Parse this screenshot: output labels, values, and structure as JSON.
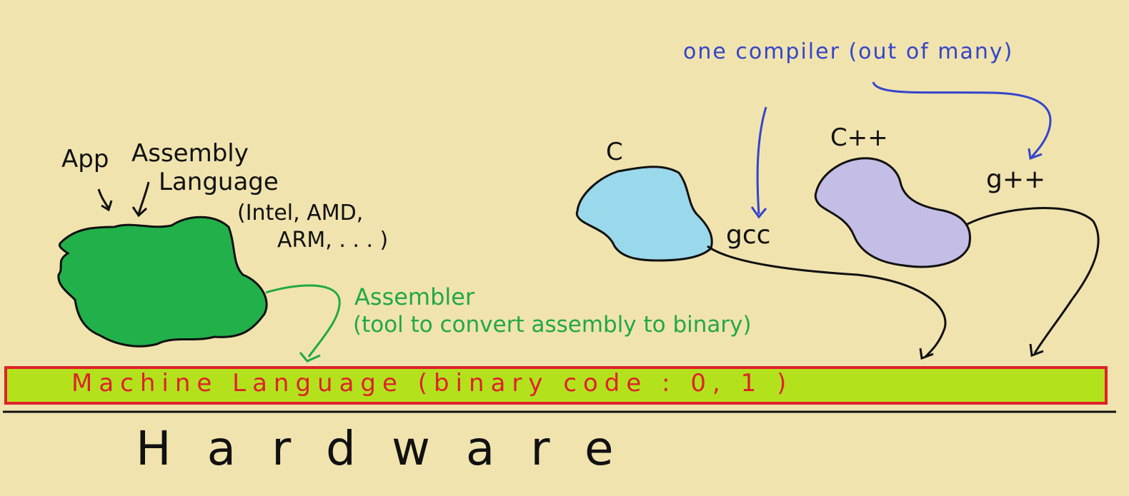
{
  "labels": {
    "app": "App",
    "assembly_language": "Assembly",
    "assembly_language_2": "Language",
    "isa_list": "(Intel, AMD,",
    "isa_list_2": "ARM, . . . )",
    "c": "C",
    "cpp": "C++",
    "gcc": "gcc",
    "gpp": "g++",
    "one_compiler": "one compiler (out of many)",
    "assembler": "Assembler",
    "assembler_desc": "(tool to convert assembly to binary)",
    "machine_language": "Machine Language (binary code : 0, 1 )",
    "hardware": "Hardware"
  },
  "colors": {
    "background": "#f0e3ae",
    "assembly_blob": "#22b04a",
    "c_blob": "#9ad8ec",
    "cpp_blob": "#c4bde6",
    "machine_bar_fill": "#b3e21c",
    "machine_bar_border": "#e0202a",
    "blue_ink": "#3344cc",
    "green_ink": "#22a844",
    "red_ink": "#e0202a",
    "black_ink": "#111111"
  }
}
